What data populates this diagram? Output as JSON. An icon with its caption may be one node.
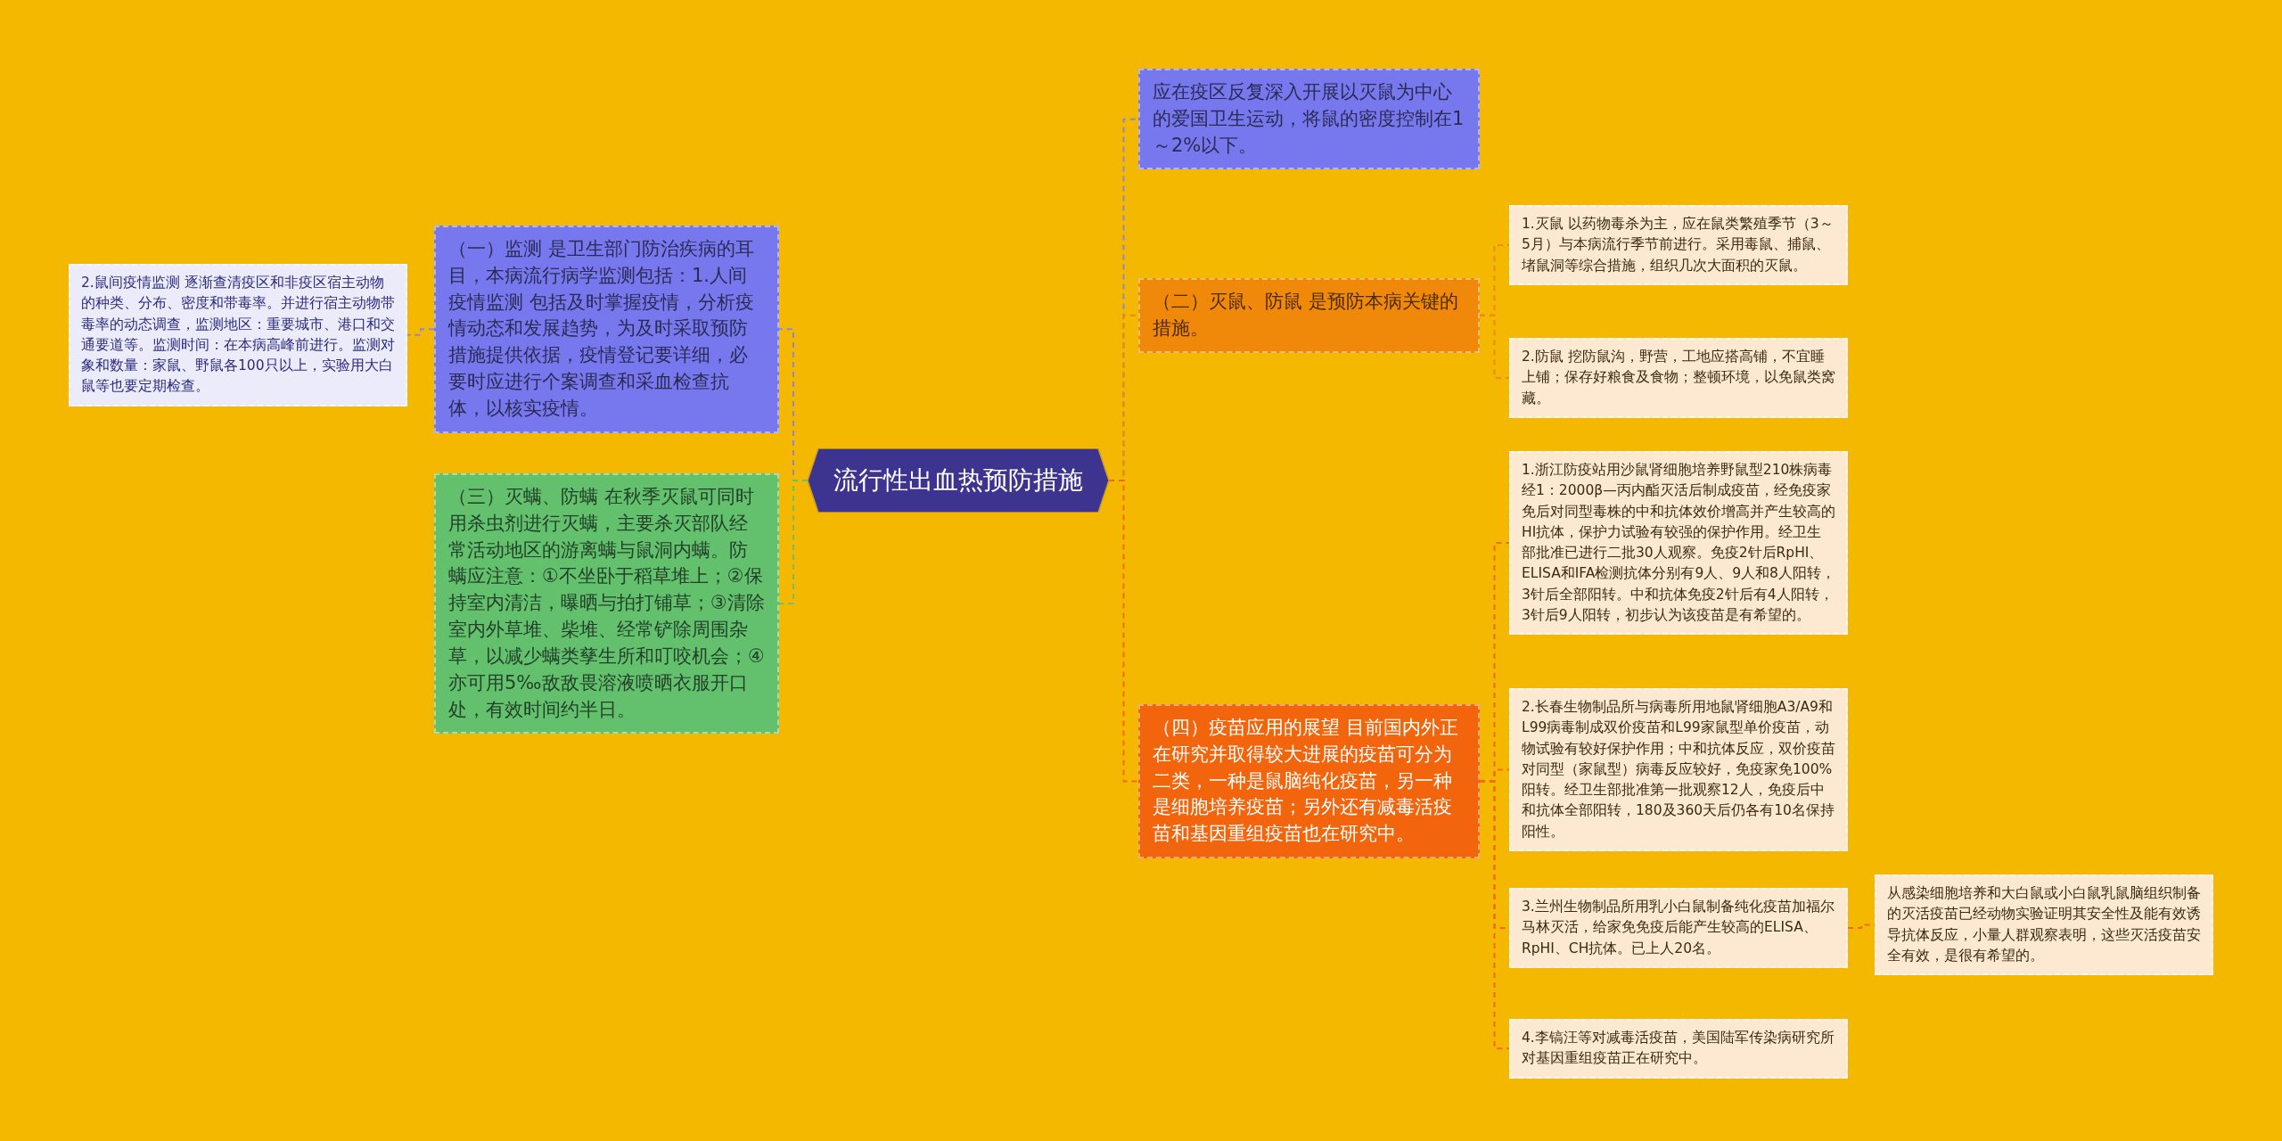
{
  "diagram": {
    "nodes": [
      {
        "text": [
          "流行性出血热预防措施"
        ]
      },
      {
        "text": [
          "（一）监测 是卫生部门防治疾病的耳目，本病流行病学监测包括：1.人间疫情监测 包括及时掌握疫情，分析疫情动态和发展趋势，为及时采取预防措施提供依据，疫情登记要详细，必要时应进行个案调查和采血检查抗体，以核实疫情。"
        ]
      },
      {
        "text": [
          "2.鼠间疫情监测 逐渐查清疫区和非疫区宿主动物的种类、分布、密度和带毒率。并进行宿主动物带毒率的动态调查，监测地区：重要城市、港口和交通要道等。监测时间：在本病高峰前进行。监测对象和数量：家鼠、野鼠各100只以上，实验用大白鼠等也要定期检查。"
        ]
      },
      {
        "text": [
          "（三）灭螨、防螨 在秋季灭鼠可同时用杀虫剂进行灭螨，主要杀灭部队经常活动地区的游离螨与鼠洞内螨。防螨应注意：①不坐卧于稻草堆上；②保持室内清洁，曝晒与拍打铺草；③清除室内外草堆、柴堆、经常铲除周围杂草，以减少螨类孳生所和叮咬机会；④亦可用5‰敌敌畏溶液喷晒衣服开口处，有效时间约半日。"
        ]
      },
      {
        "text": [
          "应在疫区反复深入开展以灭鼠为中心的爱国卫生运动，将鼠的密度控制在1～2%以下。"
        ]
      },
      {
        "text": [
          "（二）灭鼠、防鼠 是预防本病关键的措施。"
        ]
      },
      {
        "text": [
          "1.灭鼠 以药物毒杀为主，应在鼠类繁殖季节（3～5月）与本病流行季节前进行。采用毒鼠、捕鼠、堵鼠洞等综合措施，组织几次大面积的灭鼠。"
        ]
      },
      {
        "text": [
          "2.防鼠 挖防鼠沟，野营，工地应搭高铺，不宜睡上铺；保存好粮食及食物；整顿环境，以免鼠类窝藏。"
        ]
      },
      {
        "text": [
          "（四）疫苗应用的展望 目前国内外正在研究并取得较大进展的疫苗可分为二类，一种是鼠脑纯化疫苗，另一种是细胞培养疫苗；另外还有减毒活疫苗和基因重组疫苗也在研究中。"
        ]
      },
      {
        "text": [
          "1.浙江防疫站用沙鼠肾细胞培养野鼠型210株病毒经1：2000β—丙内酯灭活后制成疫苗，经免疫家免后对同型毒株的中和抗体效价增高并产生较高的HI抗体，保护力试验有较强的保护作用。经卫生部批准已进行二批30人观察。免疫2针后RpHI、ELISA和IFA检测抗体分别有9人、9人和8人阳转，3针后全部阳转。中和抗体免疫2针后有4人阳转，3针后9人阳转，初步认为该疫苗是有希望的。"
        ]
      },
      {
        "text": [
          "2.长春生物制品所与病毒所用地鼠肾细胞A3/A9和L99病毒制成双价疫苗和L99家鼠型单价疫苗，动物试验有较好保护作用；中和抗体反应，双价疫苗对同型（家鼠型）病毒反应较好，免疫家免100%阳转。经卫生部批准第一批观察12人，免疫后中和抗体全部阳转，180及360天后仍各有10名保持阳性。"
        ]
      },
      {
        "text": [
          "3.兰州生物制品所用乳小白鼠制备纯化疫苗加福尔马林灭活，给家免免疫后能产生较高的ELISA、RpHI、CH抗体。已上人20名。"
        ]
      },
      {
        "text": [
          "从感染细胞培养和大白鼠或小白鼠乳鼠脑组织制备的灭活疫苗已经动物实验证明其安全性及能有效诱导抗体反应，小量人群观察表明，这些灭活疫苗安全有效，是很有希望的。"
        ]
      },
      {
        "text": [
          "4.李镐汪等对减毒活疫苗，美国陆军传染病研究所对基因重组疫苗正在研究中。"
        ]
      }
    ],
    "edges": [
      {
        "from": 0,
        "to": 1,
        "arrow": "none",
        "color": "#8a87d8"
      },
      {
        "from": 0,
        "to": 3,
        "arrow": "none",
        "color": "#6cc070"
      },
      {
        "from": 0,
        "to": 4,
        "arrow": "none",
        "color": "#8a87d8"
      },
      {
        "from": 0,
        "to": 5,
        "arrow": "none",
        "color": "#f0890a"
      },
      {
        "from": 0,
        "to": 8,
        "arrow": "none",
        "color": "#f26a0e"
      },
      {
        "from": 1,
        "to": 2,
        "arrow": "none",
        "color": "#8a87d8"
      },
      {
        "from": 5,
        "to": 6,
        "arrow": "none",
        "color": "#f0890a"
      },
      {
        "from": 5,
        "to": 7,
        "arrow": "none",
        "color": "#f0890a"
      },
      {
        "from": 8,
        "to": 9,
        "arrow": "none",
        "color": "#f26a0e"
      },
      {
        "from": 8,
        "to": 10,
        "arrow": "none",
        "color": "#f26a0e"
      },
      {
        "from": 8,
        "to": 11,
        "arrow": "none",
        "color": "#f26a0e"
      },
      {
        "from": 8,
        "to": 13,
        "arrow": "none",
        "color": "#f26a0e"
      },
      {
        "from": 11,
        "to": 12,
        "arrow": "none",
        "color": "#f26a0e"
      }
    ]
  }
}
